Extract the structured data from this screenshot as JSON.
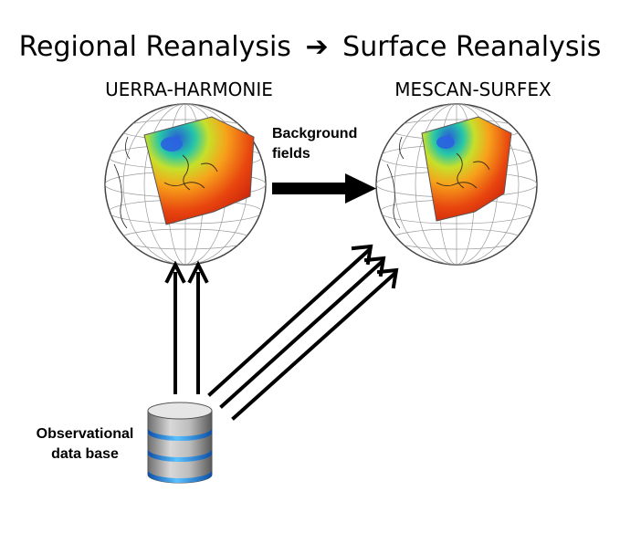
{
  "title": {
    "left": "Regional Reanalysis",
    "arrow": "➔",
    "right": "Surface Reanalysis"
  },
  "models": {
    "left": "UERRA-HARMONIE",
    "right": "MESCAN-SURFEX"
  },
  "labels": {
    "background_line1": "Background",
    "background_line2": "fields",
    "obs_line1": "Observational",
    "obs_line2": "data base"
  },
  "colors": {
    "arrow": "#000000",
    "database_body": "#9a9a9a",
    "database_band": "#1e88e5"
  }
}
